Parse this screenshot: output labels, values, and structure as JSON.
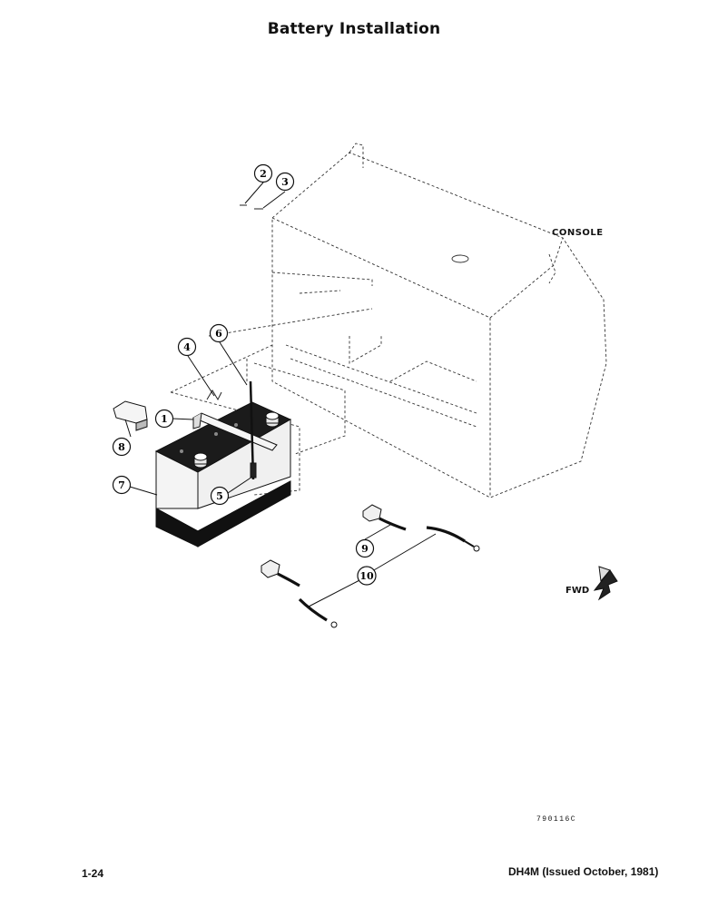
{
  "page": {
    "title": "Battery Installation",
    "console_label": "CONSOLE",
    "fwd_label": "FWD",
    "figure_id": "790116C",
    "page_number": "1-24",
    "publication": "DH4M (Issued October, 1981)"
  },
  "callouts": [
    "1",
    "2",
    "3",
    "4",
    "5",
    "6",
    "7",
    "8",
    "9",
    "10"
  ]
}
